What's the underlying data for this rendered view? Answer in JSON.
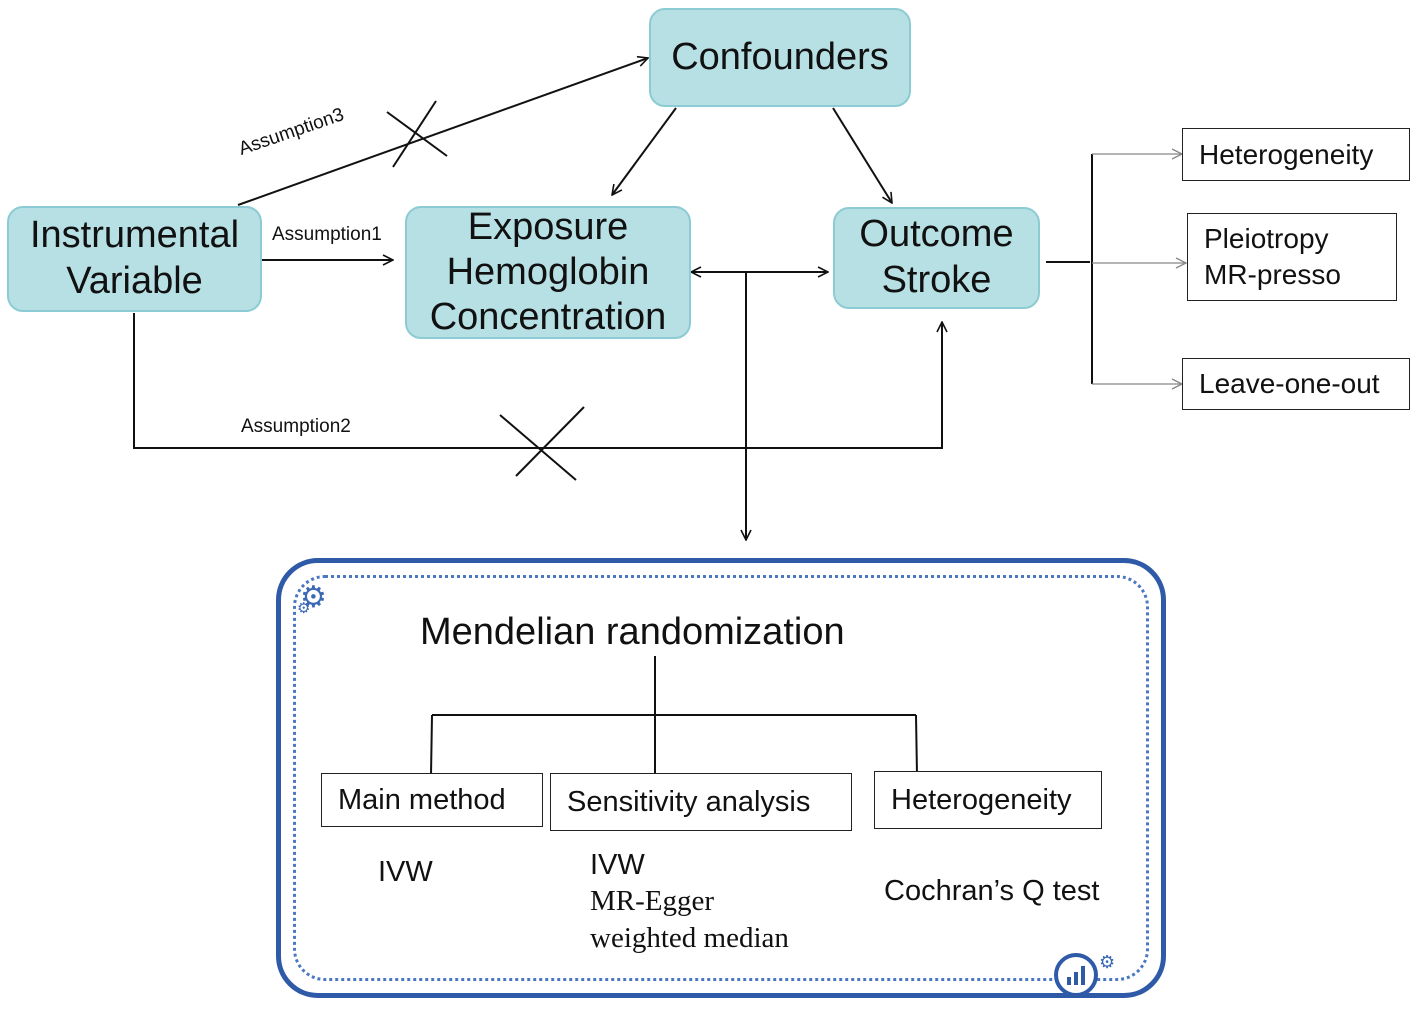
{
  "nodes": {
    "confounders": "Confounders",
    "instrument": [
      "Instrumental",
      "Variable"
    ],
    "exposure": [
      "Exposure",
      "Hemoglobin",
      "Concentration"
    ],
    "outcome": [
      "Outcome",
      "Stroke"
    ]
  },
  "assumptions": {
    "a1": "Assumption1",
    "a2": "Assumption2",
    "a3": "Assumption3"
  },
  "right_boxes": {
    "heterogeneity": "Heterogeneity",
    "pleiotropy": [
      "Pleiotropy",
      "MR-presso"
    ],
    "leave_one_out": "Leave-one-out"
  },
  "mr_panel": {
    "title": "Mendelian randomization",
    "main_method": {
      "label": "Main method",
      "items": [
        "IVW"
      ]
    },
    "sensitivity": {
      "label": "Sensitivity analysis",
      "items": [
        "IVW",
        "MR-Egger",
        "weighted median"
      ]
    },
    "heterogeneity": {
      "label": "Heterogeneity",
      "items": [
        "Cochran’s Q test"
      ]
    }
  },
  "colors": {
    "node_fill": "#b7e0e4",
    "node_border": "#8ccbd3",
    "panel_border": "#2f5aa8",
    "panel_dots": "#4a78c2"
  },
  "icons": [
    "gear-icon",
    "bar-chart-icon"
  ]
}
